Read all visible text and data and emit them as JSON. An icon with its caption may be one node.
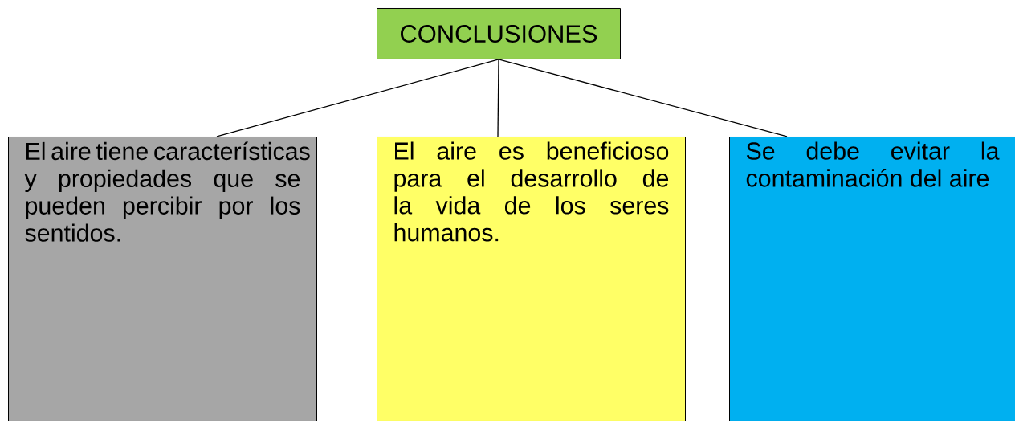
{
  "diagram": {
    "nodes": [
      {
        "text": [
          "CONCLUSIONES"
        ]
      },
      {
        "text": [
          "El aire tiene características y propiedades que se pueden percibir por los sentidos."
        ]
      },
      {
        "text": [
          "El aire es beneficioso para el desarrollo de la vida de los seres humanos."
        ]
      },
      {
        "text": [
          "Se debe evitar la contaminación del aire"
        ]
      }
    ],
    "edges": [
      {
        "from": 0,
        "to": 1,
        "arrow": "none"
      },
      {
        "from": 0,
        "to": 2,
        "arrow": "none"
      },
      {
        "from": 0,
        "to": 3,
        "arrow": "none"
      }
    ]
  }
}
